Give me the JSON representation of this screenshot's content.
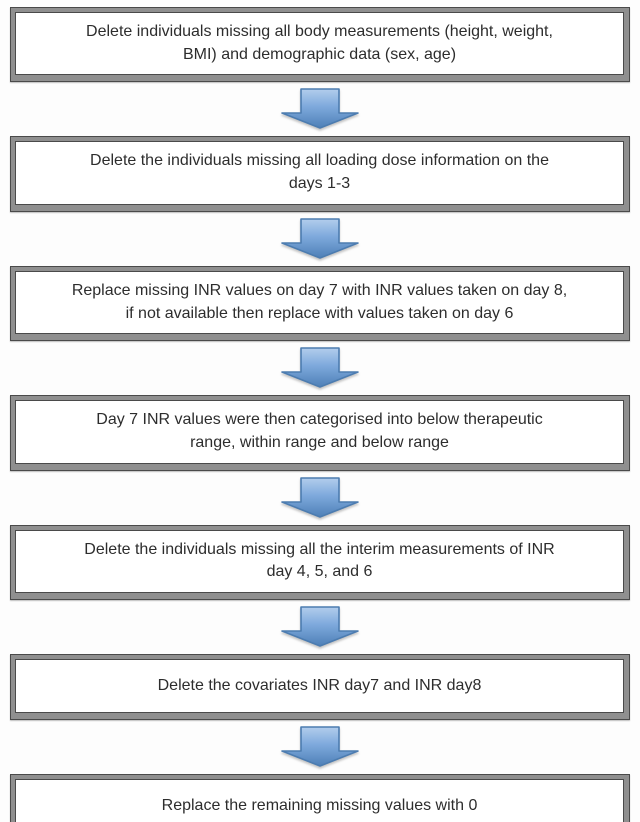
{
  "flowchart": {
    "description": "Data cleaning / preprocessing flowchart with seven sequential steps connected by downward arrows",
    "steps": [
      {
        "lines": [
          "Delete individuals missing all body measurements (height, weight,",
          "BMI) and demographic data (sex, age)"
        ]
      },
      {
        "lines": [
          "Delete the individuals missing all loading dose information on the",
          "days 1-3"
        ]
      },
      {
        "lines": [
          "Replace missing INR values on day 7 with INR values taken on day 8,",
          "if not available then replace with values taken on day 6"
        ]
      },
      {
        "lines": [
          "Day 7 INR values were then categorised into below therapeutic",
          "range, within range and below range"
        ]
      },
      {
        "lines": [
          "Delete the individuals missing all the interim measurements of INR",
          "day 4, 5, and 6"
        ]
      },
      {
        "lines": [
          "Delete the covariates INR day7 and INR day8"
        ]
      },
      {
        "lines": [
          "Replace the remaining missing values with 0"
        ]
      }
    ],
    "colors": {
      "box_frame_gray": "#8f8f8f",
      "box_line": "#4a4a4a",
      "box_fill": "#ffffff",
      "text": "#2d2d2d",
      "arrow_fill_top": "#b3cdec",
      "arrow_fill_mid": "#7ea9dc",
      "arrow_fill_bottom": "#4e80b7",
      "arrow_stroke": "#4c7cb0"
    }
  }
}
